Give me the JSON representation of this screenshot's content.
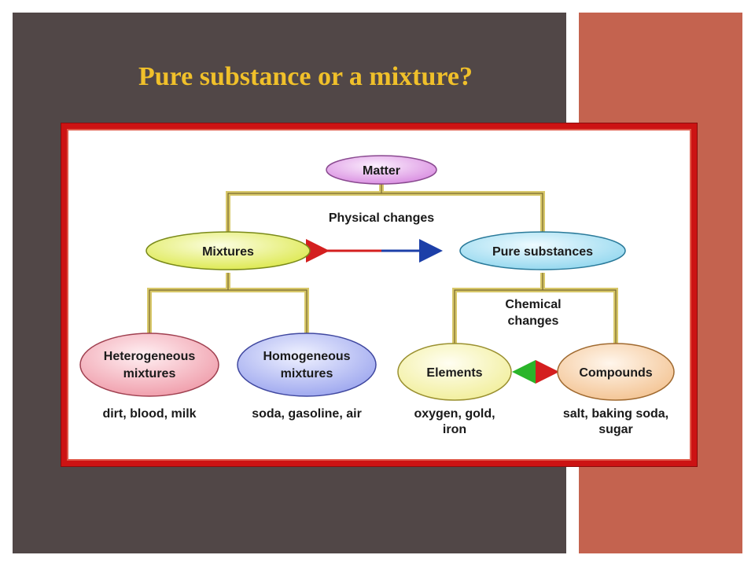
{
  "title": "Pure substance or a mixture?",
  "colors": {
    "slide_background": "#514747",
    "accent_bar": "#c4634f",
    "title": "#f0c02a",
    "frame_border": "#cc1313",
    "connector": "#d8c86a"
  },
  "diagram": {
    "root": {
      "label": "Matter",
      "color": "#d88ae0"
    },
    "physical_changes_label": "Physical changes",
    "chemical_changes_label": [
      "Chemical",
      "changes"
    ],
    "mixtures": {
      "label": "Mixtures",
      "color": "#dce84a",
      "children": [
        {
          "label": [
            "Heterogeneous",
            "mixtures"
          ],
          "color": "#ef9aa8",
          "examples": [
            "dirt, blood, milk"
          ]
        },
        {
          "label": [
            "Homogeneous",
            "mixtures"
          ],
          "color": "#9aa4ee",
          "examples": [
            "soda, gasoline, air"
          ]
        }
      ]
    },
    "pure_substances": {
      "label": "Pure substances",
      "color": "#8fd6ee",
      "children": [
        {
          "label": [
            "Elements"
          ],
          "color": "#f1ee98",
          "examples": [
            "oxygen, gold,",
            "iron"
          ]
        },
        {
          "label": [
            "Compounds"
          ],
          "color": "#f3c290",
          "examples": [
            "salt, baking soda,",
            "sugar"
          ]
        }
      ]
    }
  }
}
